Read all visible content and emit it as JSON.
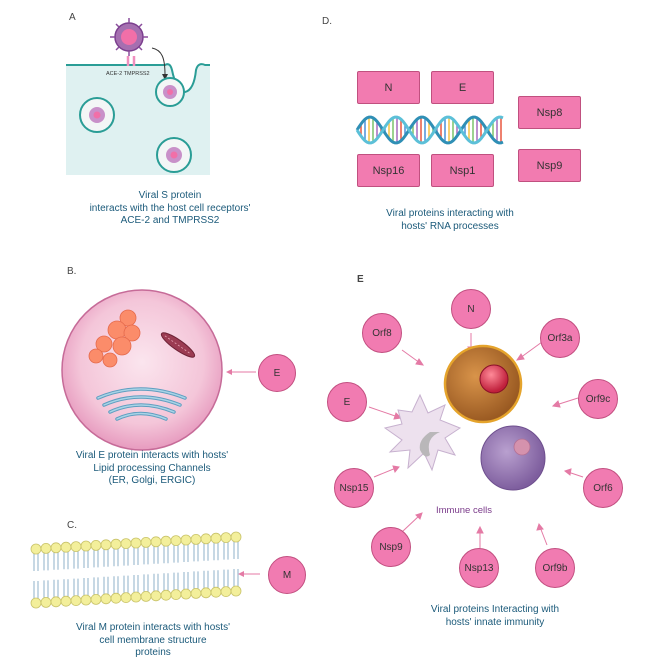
{
  "panels": {
    "a": {
      "letter": "A",
      "receptor_label": "ACE-2  TMPRSS2",
      "caption": [
        "Viral S protein",
        "interacts with the host cell receptors'",
        "ACE-2 and TMPRSS2"
      ]
    },
    "b": {
      "letter": "B.",
      "protein": "E",
      "caption": [
        "Viral E protein interacts with hosts'",
        "Lipid processing Channels",
        "(ER, Golgi, ERGIC)"
      ]
    },
    "c": {
      "letter": "C.",
      "protein": "M",
      "caption": [
        "Viral M protein interacts with hosts'",
        "cell membrane structure",
        "proteins"
      ]
    },
    "d": {
      "letter": "D.",
      "boxes": [
        "N",
        "E",
        "Nsp16",
        "Nsp1",
        "Nsp8",
        "Nsp9"
      ],
      "caption": [
        "Viral proteins interacting with",
        "hosts' RNA processes"
      ]
    },
    "e": {
      "letter": "E",
      "circles": [
        "N",
        "Orf8",
        "Orf3a",
        "E",
        "Orf9c",
        "Nsp15",
        "Orf6",
        "Nsp9",
        "Nsp13",
        "Orf9b"
      ],
      "immune_label": "Immune cells",
      "caption": [
        "Viral proteins Interacting with",
        "hosts' innate immunity"
      ]
    }
  },
  "colors": {
    "protein_pink": "#f27bb0",
    "caption_teal": "#1b5a7a",
    "cell_teal": "#d9efee",
    "membrane_teal": "#2a9d96"
  }
}
